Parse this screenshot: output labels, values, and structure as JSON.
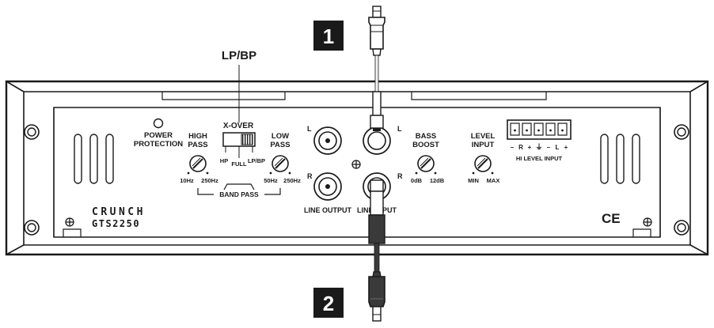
{
  "callouts": {
    "label": "LP/BP",
    "badge_top": "1",
    "badge_bottom": "2"
  },
  "panel": {
    "power_protection": [
      "POWER",
      "PROTECTION"
    ],
    "xover": {
      "title": "X-OVER",
      "switch_positions": [
        "HP",
        "FULL",
        "LP/BP"
      ]
    },
    "high_pass": {
      "title": [
        "HIGH",
        "PASS"
      ],
      "min": "10Hz",
      "max": "250Hz"
    },
    "low_pass": {
      "title": [
        "LOW",
        "PASS"
      ],
      "min": "50Hz",
      "max": "250Hz"
    },
    "band_pass": "BAND PASS",
    "line_output": {
      "left": "L",
      "right": "R",
      "title": "LINE OUTPUT"
    },
    "line_input": {
      "left": "L",
      "right": "R",
      "title": "LINE INPUT"
    },
    "bass_boost": {
      "title": [
        "BASS",
        "BOOST"
      ],
      "min": "0dB",
      "max": "12dB"
    },
    "level_input": {
      "title": [
        "LEVEL",
        "INPUT"
      ],
      "min": "MIN",
      "max": "MAX"
    },
    "hi_level_input": {
      "title": "HI LEVEL INPUT",
      "pins": [
        "–",
        "R",
        "+",
        "⏚",
        "–",
        "L",
        "+"
      ]
    },
    "brand": "CRUNCH",
    "model": "GTS2250",
    "ce_mark": "CE"
  },
  "colors": {
    "line": "#1a1a1a",
    "cable_light": "#f2f2f2",
    "cable_dark": "#3a3a3a",
    "badge": "#1a1a1a"
  }
}
